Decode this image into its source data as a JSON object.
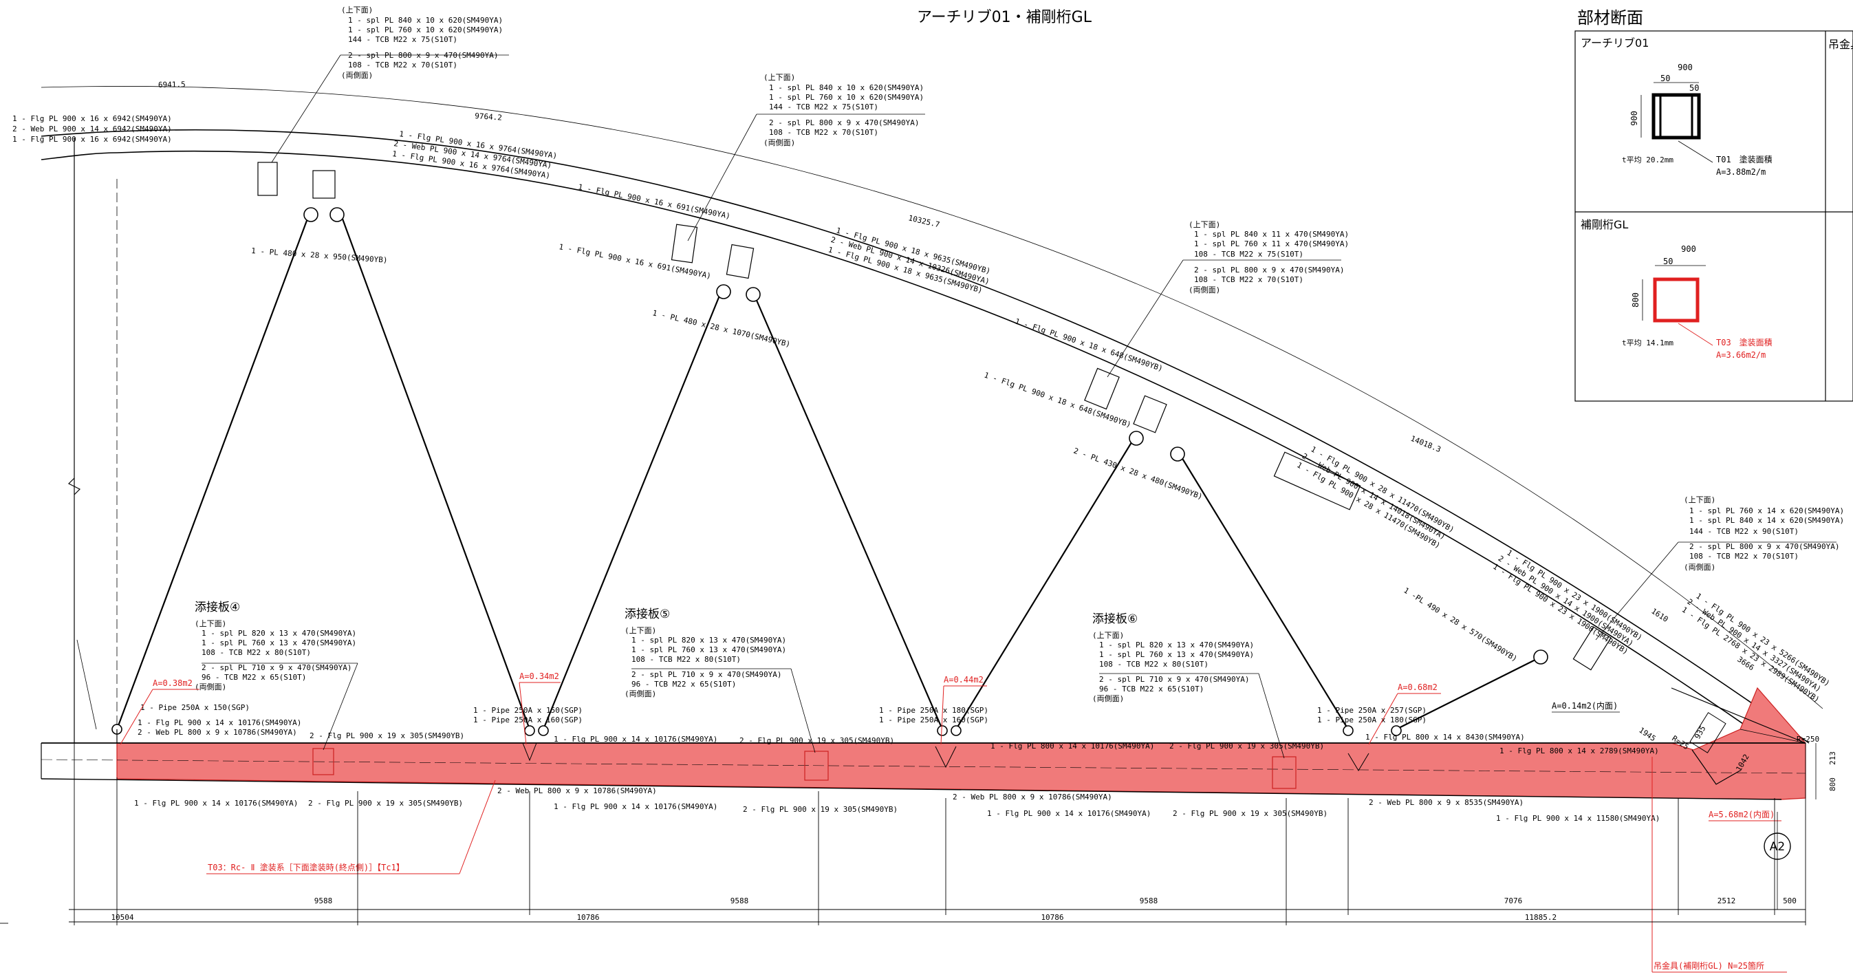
{
  "title": "アーチリブ01・補剛桁GL",
  "section_panel": {
    "heading": "部材断面",
    "arch_rib": {
      "label": "アーチリブ01",
      "dim_width": "900",
      "dim_50a": "50",
      "dim_50b": "50",
      "dim_height": "900",
      "t_avg": "t平均 20.2mm",
      "code": "T01　塗装面積",
      "area": "A=3.88m2/m"
    },
    "girder": {
      "label": "補剛桁GL",
      "dim_width": "900",
      "dim_50a": "50",
      "dim_height": "800",
      "t_avg": "t平均 14.1mm",
      "code": "T03　塗装面積",
      "area": "A=3.66m2/m"
    },
    "clip_label": "吊金具"
  },
  "arch_segment_dims": [
    "6941.5",
    "9764.2",
    "10325.7",
    "14018.3"
  ],
  "arch_members": {
    "seg1": [
      "1 - Flg PL 900 x 16 x 6942(SM490YA)",
      "2 - Web PL 900 x 14 x 6942(SM490YA)",
      "1 - Flg PL 900 x 16 x 6942(SM490YA)"
    ],
    "seg2": [
      "1 - Flg PL 900 x 16 x 9764(SM490YA)",
      "2 - Web PL 900 x 14 x 9764(SM490YA)",
      "1 - Flg PL 900 x 16 x 9764(SM490YA)"
    ],
    "seg2_flg_upper": "1 - Flg PL 900 x 16 x 691(SM490YA)",
    "seg2_flg_lower": "1 - Flg PL 900 x 16 x 691(SM490YA)",
    "seg3": [
      "1 - Flg PL 900 x 18 x  9635(SM490YB)",
      "2 - Web PL 900 x 14 x 10326(SM490YA)",
      "1 - Flg PL 900 x 18 x  9635(SM490YB)"
    ],
    "seg3_flg_upper": "1 - Flg PL 900 x 18 x 648(SM490YB)",
    "seg3_flg_lower": "1 - Flg PL 900 x 18 x 648(SM490YB)",
    "seg4": [
      "1 - Flg PL 900 x 28 x 11470(SM490YB)",
      "2 - Web PL 900 x 14 x 14018(SM490YA)",
      "1 - Flg PL 900 x 28 x 11470(SM490YB)"
    ],
    "seg5": [
      "1 - Flg PL 900 x 23 x 1900(SM490YB)",
      "2 - Web PL 900 x 14 x 1900(SM490YA)",
      "1 - Flg PL 900 x 23 x 1900(SM490YB)"
    ],
    "seg6": [
      "1 - Flg PL 900 x 23 x 5266(SM490YB)",
      "2 - Web PL 900 x 14 x 3327(SM490YA)",
      "1 - Flg PL  2768 x 23 x 2989(SM490YB)"
    ],
    "dim_1610": "1610",
    "dim_3666": "3666"
  },
  "arch_splices": [
    {
      "lines": [
        "(上下面)",
        "1 - spl PL 840 x 10 x 620(SM490YA)",
        "1 - spl PL 760 x 10 x 620(SM490YA)",
        "144 - TCB M22 x 75(S10T)",
        "2 - spl PL 800 x 9 x 470(SM490YA)",
        "108 - TCB M22 x 70(S10T)",
        "(両側面)"
      ]
    },
    {
      "lines": [
        "(上下面)",
        "1 - spl PL 840 x 10 x 620(SM490YA)",
        "1 - spl PL 760 x 10 x 620(SM490YA)",
        "144 - TCB M22 x 75(S10T)",
        "2 - spl PL 800 x 9 x 470(SM490YA)",
        "108 - TCB M22 x 70(S10T)",
        "(両側面)"
      ]
    },
    {
      "lines": [
        "(上下面)",
        "1 - spl PL 840 x 11 x 470(SM490YA)",
        "1 - spl PL 760 x 11 x 470(SM490YA)",
        "108 - TCB M22 x 75(S10T)",
        "2 - spl PL 800 x 9 x 470(SM490YA)",
        "108 - TCB M22 x 70(S10T)",
        "(両側面)"
      ]
    },
    {
      "lines": [
        "(上下面)",
        "1 - spl PL 760 x 14 x 620(SM490YA)",
        "1 - spl PL 840 x 14 x 620(SM490YA)",
        "144 - TCB M22 x 90(S10T)",
        "2 - spl PL 800 x 9 x 470(SM490YA)",
        "108 - TCB M22 x 70(S10T)",
        "(両側面)"
      ]
    }
  ],
  "hanger_labels": [
    "1 - PL 480 x 28 x 950(SM490YB)",
    "1 - PL 480 x 28 x 1070(SM490YB)",
    "2 - PL 430 x 28 x 480(SM490YB)",
    "1 -PL 490 x 28 x 570(SM490YB)"
  ],
  "girder_splices": [
    {
      "heading": "添接板④",
      "lines": [
        "(上下面)",
        "1 - spl PL 820 x 13 x 470(SM490YA)",
        "1 - spl PL 760 x 13 x 470(SM490YA)",
        "108 - TCB M22 x 80(S10T)",
        "2 - spl PL 710 x 9 x 470(SM490YA)",
        "96 - TCB M22 x 65(S10T)",
        "(両側面)"
      ]
    },
    {
      "heading": "添接板⑤",
      "lines": [
        "(上下面)",
        "1 - spl PL 820 x 13 x 470(SM490YA)",
        "1 - spl PL 760 x 13 x 470(SM490YA)",
        "108 - TCB M22 x 80(S10T)",
        "2 - spl PL 710 x 9 x 470(SM490YA)",
        "96 - TCB M22 x 65(S10T)",
        "(両側面)"
      ]
    },
    {
      "heading": "添接板⑥",
      "lines": [
        "(上下面)",
        "1 - spl PL 820 x 13 x 470(SM490YA)",
        "1 - spl PL 760 x 13 x 470(SM490YA)",
        "108 - TCB M22 x 80(S10T)",
        "2 - spl PL 710 x 9 x 470(SM490YA)",
        "96 - TCB M22 x 65(S10T)",
        "(両側面)"
      ]
    }
  ],
  "areas": [
    "A=0.38m2",
    "A=0.34m2",
    "A=0.44m2",
    "A=0.68m2",
    "A=0.14m2(内面)",
    "A=5.68m2(内面)"
  ],
  "pipes": [
    {
      "upper": "1 - Pipe  250A x 150(SGP)",
      "lower": ""
    },
    {
      "upper": "1 - Pipe  250A x 150(SGP)",
      "lower": "1 - Pipe  250A x 160(SGP)"
    },
    {
      "upper": "1 - Pipe  250A x 180(SGP)",
      "lower": "1 - Pipe  250A x 160(SGP)"
    },
    {
      "upper": "1 - Pipe  250A x 257(SGP)",
      "lower": "1 - Pipe  250A x 180(SGP)"
    }
  ],
  "girder_top": [
    "1 - Flg PL 900 x 14 x 10176(SM490YA)",
    "2 - Web PL 800 x  9 x 10786(SM490YA)",
    "2 - Flg PL 900 x 19 x 305(SM490YB)",
    "1 - Flg PL 900 x 14 x 10176(SM490YA)",
    "2 - Flg PL 900 x 19 x 305(SM490YB)",
    "1 - Flg PL 800 x 14 x 10176(SM490YA)",
    "2 - Flg PL 900 x 19 x 305(SM490YB)",
    "1 - Flg PL 800 x 14 x 8430(SM490YA)",
    "1 - Flg PL  800 x 14 x 2789(SM490YA)"
  ],
  "girder_bottom": [
    "1 - Flg PL 900 x 14 x 10176(SM490YA)",
    "2 - Flg PL 900 x 19 x 305(SM490YB)",
    "2 - Web PL 800 x  9 x 10786(SM490YA)",
    "1 - Flg PL 900 x 14 x 10176(SM490YA)",
    "2 - Flg PL 900 x 19 x 305(SM490YB)",
    "2 - Web PL 800 x  9 x 10786(SM490YA)",
    "1 - Flg PL 900 x 14 x 10176(SM490YA)",
    "2 - Flg PL 900 x 19 x 305(SM490YB)",
    "2 - Web PL 800 x  9 x 8535(SM490YA)",
    "1 - Flg PL 900 x 14 x 11580(SM490YA)"
  ],
  "end_dims": {
    "r250": "R=250",
    "d1945": "1945",
    "r25": "R=25",
    "d935": "935",
    "d1042": "1042",
    "d800": "800",
    "d213": "213",
    "a2": "A2"
  },
  "paint_note": "T03：Rc- Ⅱ 塗装系［下面塗装時(終点側)］【Tc1】",
  "clip_note": "吊金具(補剛桁GL) N=25箇所",
  "dims_top": [
    "9588",
    "9588",
    "9588",
    "7076",
    "2512",
    "500"
  ],
  "dims_bottom": [
    "10504",
    "10786",
    "10786",
    "11885.2"
  ],
  "colors": {
    "highlight": "#f07a7a",
    "red": "#e02020",
    "line": "#000000"
  }
}
